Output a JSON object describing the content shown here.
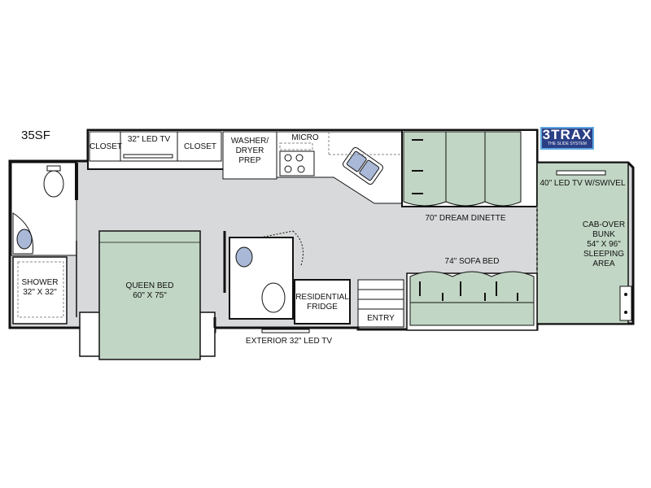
{
  "model": "35SF",
  "logo": {
    "text": "3TRAX",
    "subtext": "THE SLIDE SYSTEM",
    "colors": {
      "fill": "#2b3f86",
      "border": "#5fa8df"
    }
  },
  "colors": {
    "floor": "#d8d9da",
    "furniture": "#c1d6c4",
    "wall": "#111111"
  },
  "labels": {
    "closet_left": "CLOSET",
    "tv_32": "32\" LED TV",
    "closet_right": "CLOSET",
    "washer_dryer": "WASHER/\nDRYER\nPREP",
    "micro": "MICRO",
    "dinette": "70\" DREAM DINETTE",
    "tv_40": "40\" LED TV W/SWIVEL",
    "cab_over": "CAB-OVER\nBUNK\n54\" X 96\"\nSLEEPING\nAREA",
    "sofa_bed": "74\" SOFA BED",
    "shower": "SHOWER\n32\" X 32\"",
    "queen_bed": "QUEEN BED\n60\" X 75\"",
    "fridge": "RESIDENTIAL\nFRIDGE",
    "entry": "ENTRY",
    "exterior_tv": "EXTERIOR 32\" LED TV"
  }
}
